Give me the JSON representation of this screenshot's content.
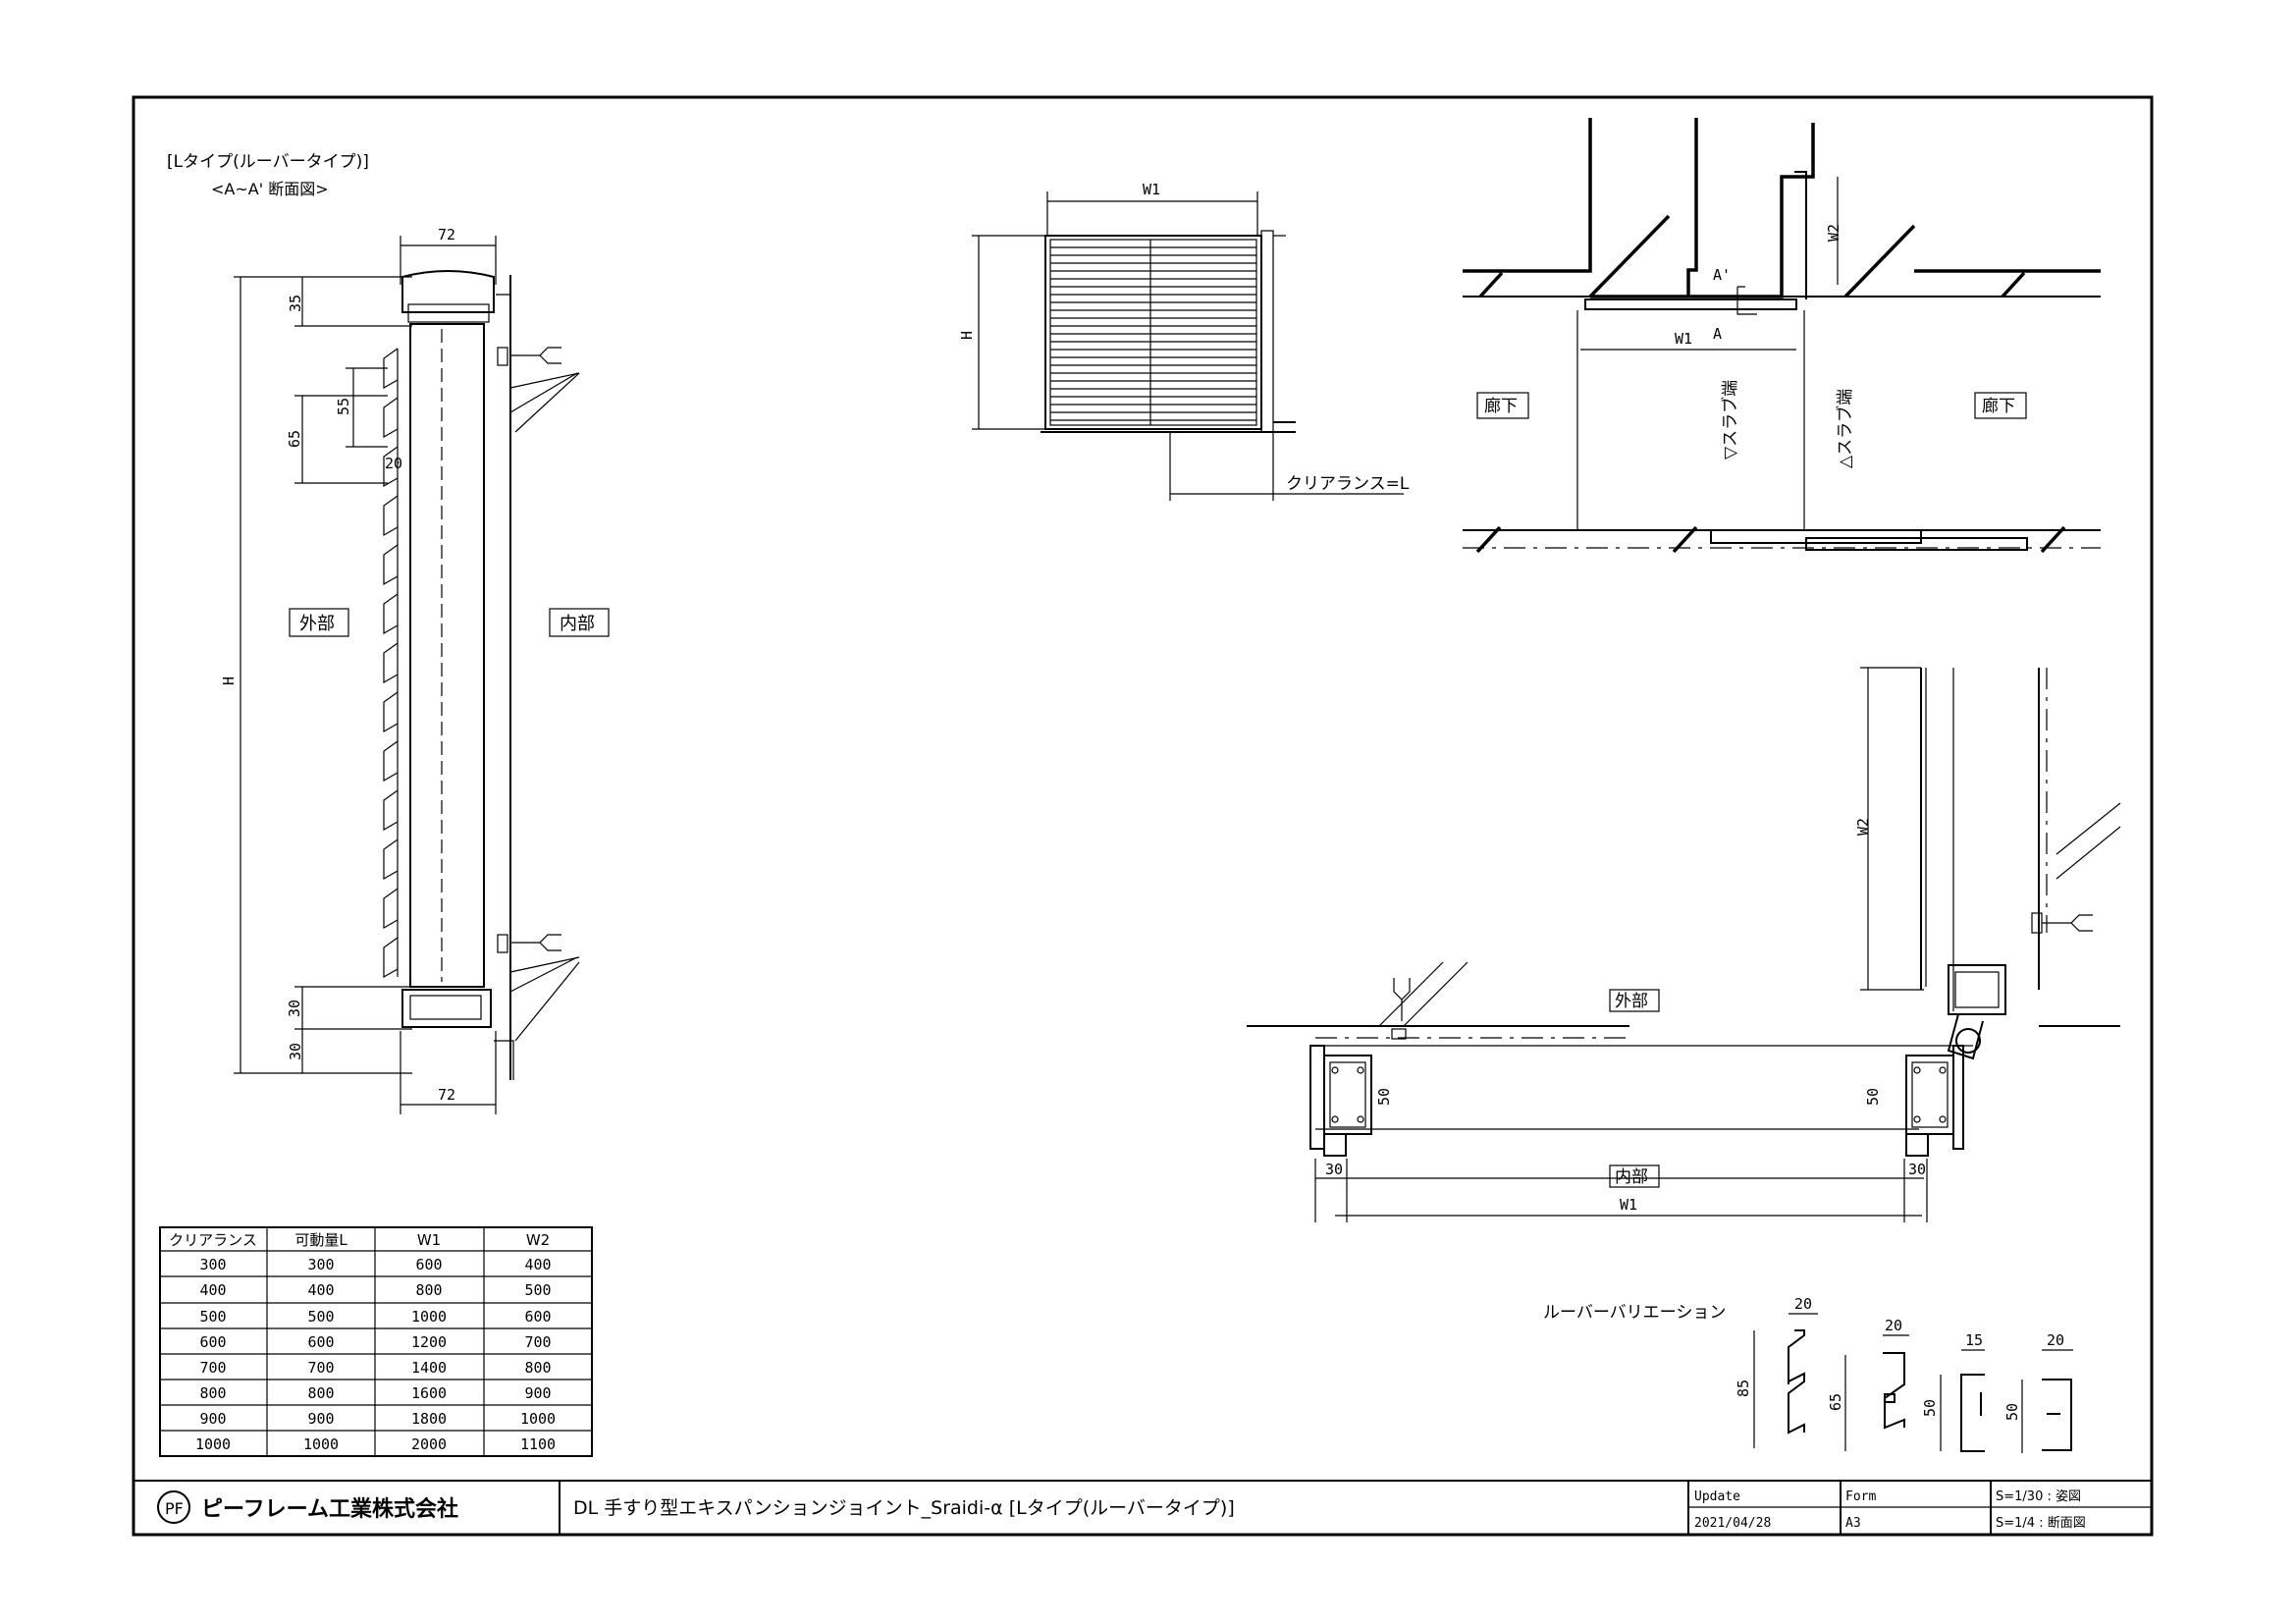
{
  "section": {
    "title": "[Lタイプ(ルーバータイプ)]",
    "subtitle": "<A~A' 断面図>",
    "label_outside": "外部",
    "label_inside": "内部",
    "dims": {
      "width_top": "72",
      "width_bottom": "72",
      "top": "35",
      "pitch_55": "55",
      "pitch_65": "65",
      "d20": "20",
      "height": "H",
      "b30a": "30",
      "b30b": "30"
    }
  },
  "elevation": {
    "w1": "W1",
    "h": "H",
    "clearance": "クリアランス=L"
  },
  "plan": {
    "corridor_left": "廊下",
    "corridor_right": "廊下",
    "slab_left": "▽スラブ端",
    "slab_right": "△スラブ端",
    "w1": "W1",
    "w2": "W2",
    "a": "A",
    "a_prime": "A'"
  },
  "detail": {
    "outside": "外部",
    "inside": "内部",
    "w1": "W1",
    "w2": "W2",
    "d50_left": "50",
    "d50_right": "50",
    "d30_left": "30",
    "d30_right": "30"
  },
  "table": {
    "headers": [
      "クリアランス",
      "可動量L",
      "W1",
      "W2"
    ],
    "rows": [
      [
        "300",
        "300",
        "600",
        "400"
      ],
      [
        "400",
        "400",
        "800",
        "500"
      ],
      [
        "500",
        "500",
        "1000",
        "600"
      ],
      [
        "600",
        "600",
        "1200",
        "700"
      ],
      [
        "700",
        "700",
        "1400",
        "800"
      ],
      [
        "800",
        "800",
        "1600",
        "900"
      ],
      [
        "900",
        "900",
        "1800",
        "1000"
      ],
      [
        "1000",
        "1000",
        "2000",
        "1100"
      ]
    ]
  },
  "louver": {
    "title": "ルーバーバリエーション",
    "items": [
      {
        "w": "20",
        "h": "85"
      },
      {
        "w": "20",
        "h": "65"
      },
      {
        "w": "15",
        "h": "50"
      },
      {
        "w": "20",
        "h": "50"
      }
    ]
  },
  "title_block": {
    "company": "ピーフレーム工業株式会社",
    "drawing_title": "DL 手すり型エキスパンションジョイント_Sraidi-α [Lタイプ(ルーバータイプ)]",
    "update_label": "Update",
    "update_value": "2021/04/28",
    "form_label": "Form",
    "form_value": "A3",
    "scale1": "S=1/30 : 姿図",
    "scale2": "S=1/4 : 断面図"
  }
}
